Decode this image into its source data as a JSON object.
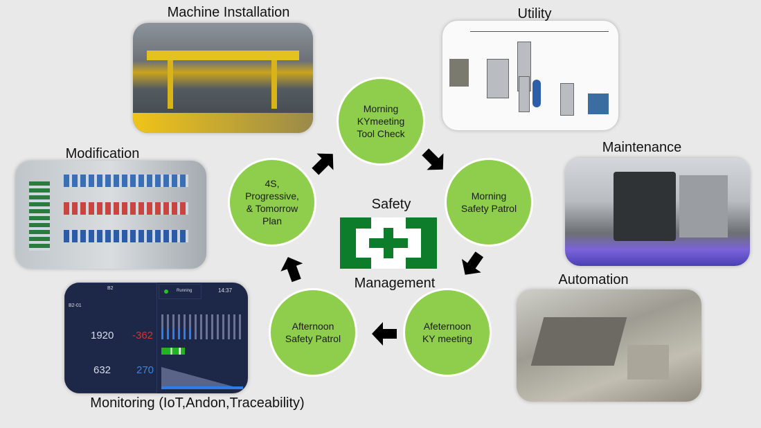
{
  "title": {
    "center_top": "Safety",
    "center_bottom": "Management"
  },
  "colors": {
    "circle": "#8fce4c",
    "logo_green": "#0d7d2c",
    "background": "#e9e9e9"
  },
  "cycle": [
    {
      "label": "Morning\nKYmeeting\nTool Check"
    },
    {
      "label": "Morning\nSafety Patrol"
    },
    {
      "label": "Afeternoon\nKY meeting"
    },
    {
      "label": "Afternoon\nSafety Patrol"
    },
    {
      "label": "4S,\nProgressive,\n& Tomorrow\nPlan"
    }
  ],
  "areas": {
    "machine_installation": "Machine Installation",
    "utility": "Utility",
    "maintenance": "Maintenance",
    "automation": "Automation",
    "modification": "Modification",
    "monitoring": "Monitoring (IoT,Andon,Traceability)"
  },
  "dashboard": {
    "line": "B2",
    "product": "B2-01",
    "status": "Running",
    "time": "14:37",
    "target": "1920",
    "diff": "-362",
    "plan": "632",
    "actual": "270"
  }
}
